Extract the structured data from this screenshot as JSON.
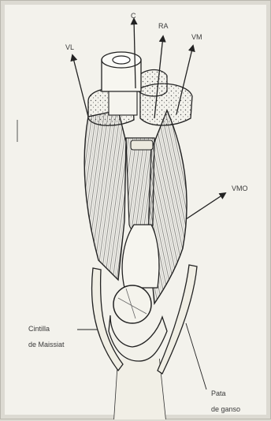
{
  "figure": {
    "labels": {
      "c": "C",
      "ra": "RA",
      "vm": "VM",
      "vl": "VL",
      "vmo": "VMO",
      "cintilla_line1": "Cintilla",
      "cintilla_line2": "de Maissiat",
      "pata_line1": "Pata",
      "pata_line2": "de ganso"
    }
  }
}
